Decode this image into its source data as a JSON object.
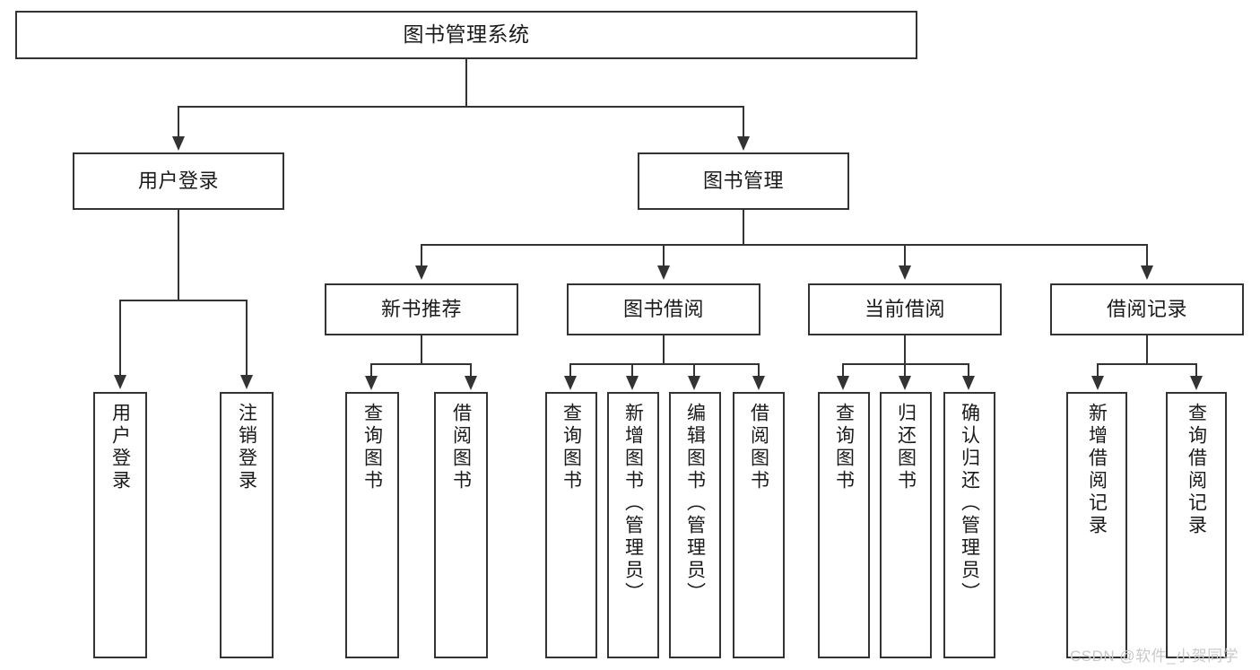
{
  "diagram": {
    "title": "图书管理系统",
    "type": "tree",
    "root": {
      "id": "root",
      "label": "图书管理系统"
    },
    "level2": [
      {
        "id": "user-login",
        "label": "用户登录"
      },
      {
        "id": "book-management",
        "label": "图书管理"
      }
    ],
    "level3": [
      {
        "id": "new-book-recommend",
        "label": "新书推荐",
        "parent": "book-management"
      },
      {
        "id": "book-borrow",
        "label": "图书借阅",
        "parent": "book-management"
      },
      {
        "id": "current-borrow",
        "label": "当前借阅",
        "parent": "book-management"
      },
      {
        "id": "borrow-record",
        "label": "借阅记录",
        "parent": "book-management"
      }
    ],
    "leaves": [
      {
        "id": "leaf-user-login",
        "label": "用户登录",
        "parent": "user-login"
      },
      {
        "id": "leaf-user-logout",
        "label": "注销登录",
        "parent": "user-login"
      },
      {
        "id": "leaf-query-book-1",
        "label": "查询图书",
        "parent": "new-book-recommend"
      },
      {
        "id": "leaf-borrow-book-1",
        "label": "借阅图书",
        "parent": "new-book-recommend"
      },
      {
        "id": "leaf-query-book-2",
        "label": "查询图书",
        "parent": "book-borrow"
      },
      {
        "id": "leaf-add-book",
        "label": "新增图书（管理员）",
        "parent": "book-borrow"
      },
      {
        "id": "leaf-edit-book",
        "label": "编辑图书（管理员）",
        "parent": "book-borrow"
      },
      {
        "id": "leaf-borrow-book-2",
        "label": "借阅图书",
        "parent": "book-borrow"
      },
      {
        "id": "leaf-query-book-3",
        "label": "查询图书",
        "parent": "current-borrow"
      },
      {
        "id": "leaf-return-book",
        "label": "归还图书",
        "parent": "current-borrow"
      },
      {
        "id": "leaf-confirm-return",
        "label": "确认归还（管理员）",
        "parent": "current-borrow"
      },
      {
        "id": "leaf-add-record",
        "label": "新增借阅记录",
        "parent": "borrow-record"
      },
      {
        "id": "leaf-query-record",
        "label": "查询借阅记录",
        "parent": "borrow-record"
      }
    ],
    "watermark": "CSDN @软件_小贺同学",
    "colors": {
      "border": "#333333",
      "background": "#ffffff",
      "text": "#1a1a1a",
      "watermark": "#c9c9c9"
    }
  }
}
